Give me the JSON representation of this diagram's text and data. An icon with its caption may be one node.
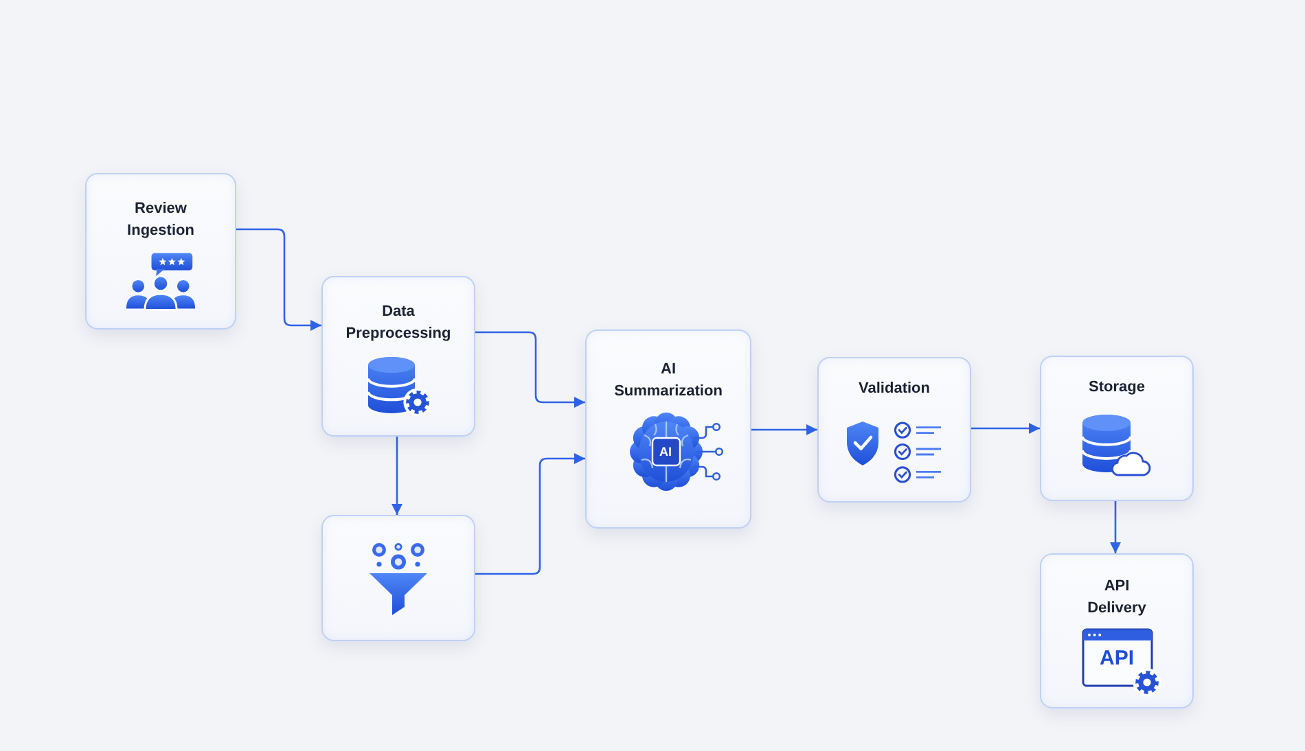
{
  "diagram": {
    "nodes": [
      {
        "text": [
          "Review Ingestion"
        ]
      },
      {
        "text": [
          "Data Preprocessing"
        ]
      },
      {
        "text": [],
        "shape": "box"
      },
      {
        "text": [
          "AI Summarization",
          "AI"
        ]
      },
      {
        "text": [
          "Validation"
        ]
      },
      {
        "text": [
          "Storage"
        ]
      },
      {
        "text": [
          "API Delivery",
          "API"
        ]
      }
    ],
    "edges": [
      {
        "from": 0,
        "to": 1,
        "arrow": "to"
      },
      {
        "from": 1,
        "to": 3,
        "arrow": "to"
      },
      {
        "from": 1,
        "to": 2,
        "arrow": "to"
      },
      {
        "from": 2,
        "to": 3,
        "arrow": "to"
      },
      {
        "from": 3,
        "to": 4,
        "arrow": "to"
      },
      {
        "from": 4,
        "to": 5,
        "arrow": "to"
      },
      {
        "from": 5,
        "to": 6,
        "arrow": "to"
      }
    ]
  }
}
